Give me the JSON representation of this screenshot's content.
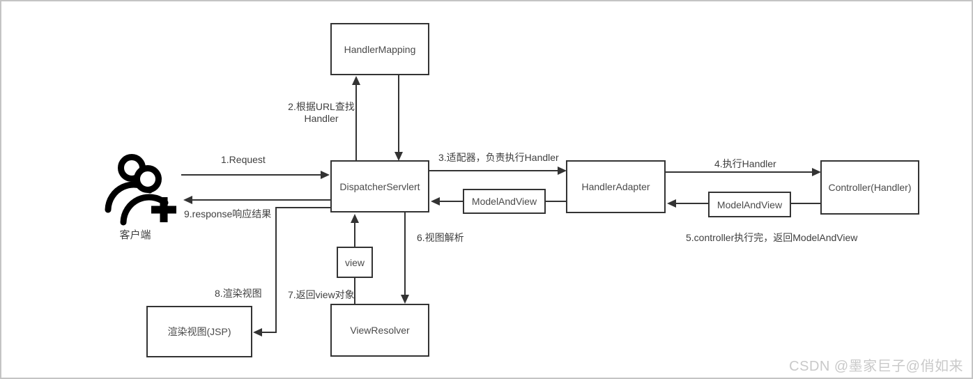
{
  "diagram": {
    "description": "Spring MVC DispatcherServlet request processing flow diagram",
    "client": {
      "label": "客户端",
      "icon": "group-add-icon"
    },
    "nodes": {
      "handler_mapping": "HandlerMapping",
      "dispatcher_servlet": "DispatcherServlert",
      "handler_adapter": "HandlerAdapter",
      "controller": "Controller(Handler)",
      "model_and_view_left": "ModelAndView",
      "model_and_view_right": "ModelAndView",
      "view": "view",
      "view_resolver": "ViewResolver",
      "render_jsp": "渲染视图(JSP)"
    },
    "labels": {
      "step1": "1.Request",
      "step2_line1": "2.根据URL查找",
      "step2_line2": "Handler",
      "step3": "3.适配器，负责执行Handler",
      "step4": "4.执行Handler",
      "step5": "5.controller执行完，返回ModelAndView",
      "step6": "6.视图解析",
      "step7": "7.返回view对象",
      "step8": "8.渲染视图",
      "step9": "9.response响应结果"
    },
    "watermark": "CSDN @墨家巨子@俏如来",
    "colors": {
      "line": "#333333",
      "text": "#3f3f3f",
      "watermark": "#c9c9c9",
      "background": "#ffffff",
      "canvas_border": "#c4c4c4"
    }
  }
}
